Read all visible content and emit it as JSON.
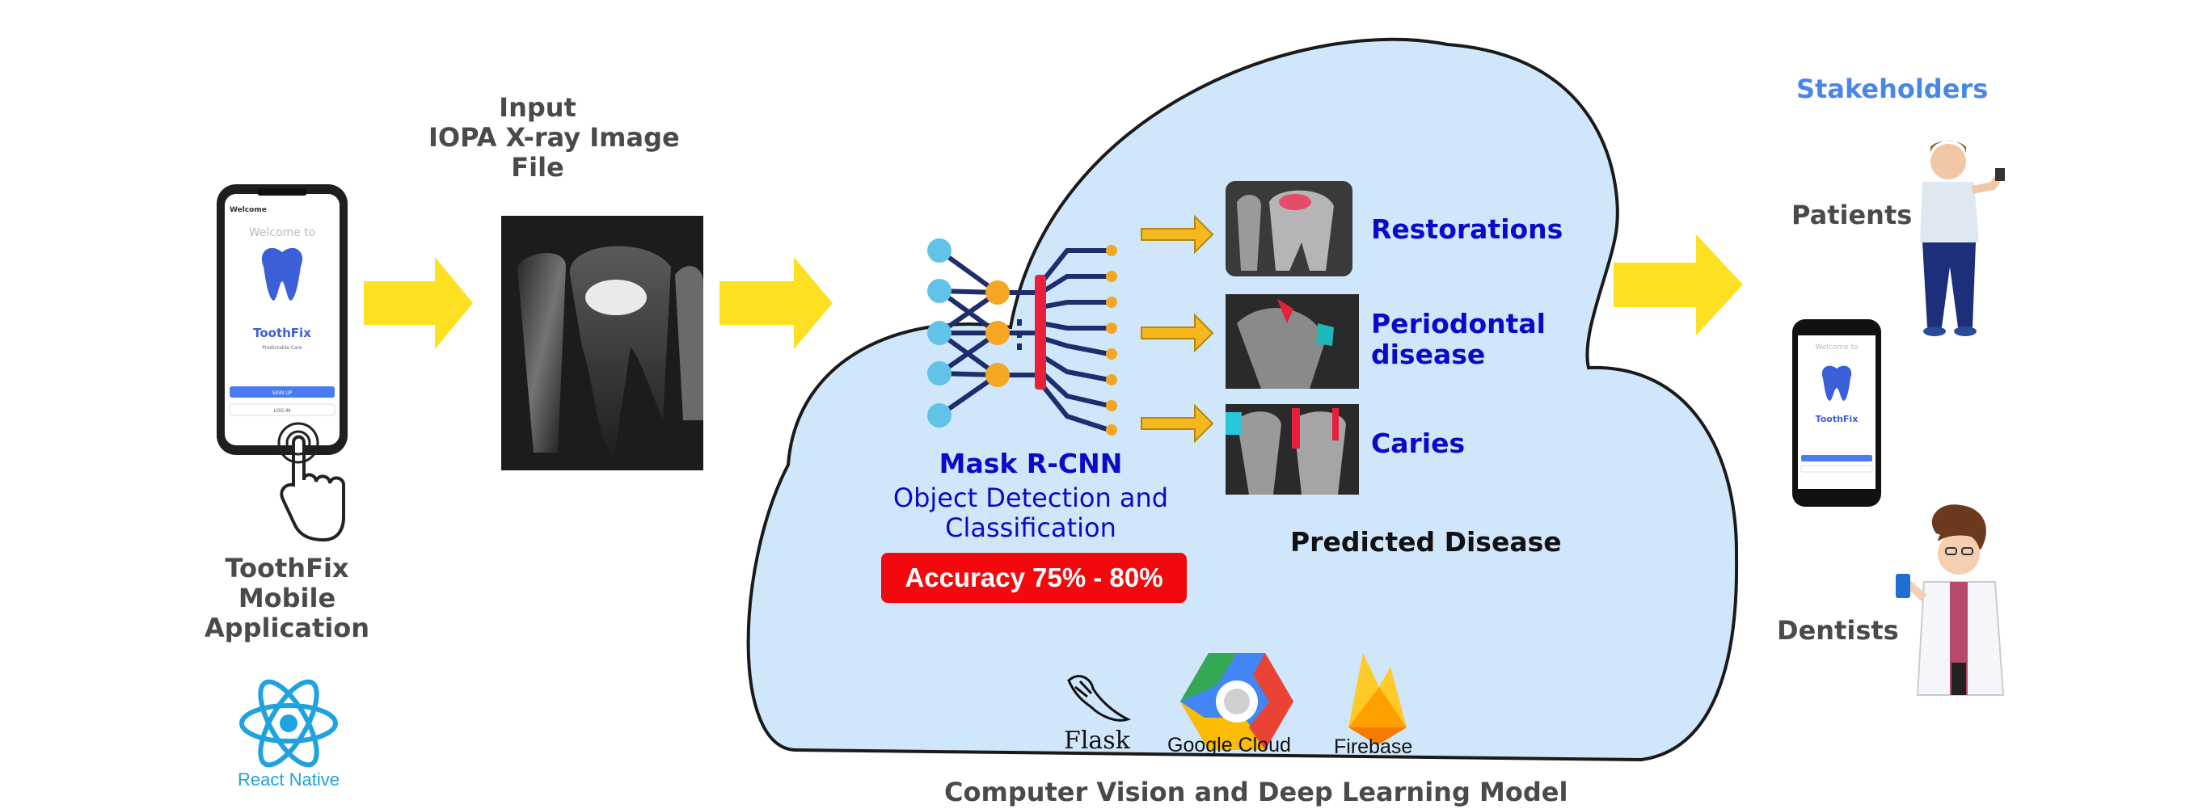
{
  "input_label": [
    "Input",
    "IOPA X-ray Image",
    "File"
  ],
  "app_label": [
    "ToothFix",
    "Mobile",
    "Application"
  ],
  "react_label": "React Native",
  "phone_screen": {
    "header": "Welcome",
    "welcome": "Welcome to",
    "logo": "ToothFix",
    "tagline": "Predictable Care",
    "signup": "SIGN UP",
    "login": "LOG IN"
  },
  "model": {
    "name": "Mask R-CNN",
    "task": [
      "Object Detection and",
      "Classification"
    ],
    "accuracy": "Accuracy 75% - 80%"
  },
  "diseases": [
    "Restorations",
    "Periodontal disease",
    "Caries"
  ],
  "predicted_label": "Predicted Disease",
  "tech": {
    "flask": "Flask",
    "gcloud": "Google Cloud",
    "firebase": "Firebase"
  },
  "cloud_label": "Computer Vision and Deep Learning Model",
  "stakeholders": {
    "title": "Stakeholders",
    "patients": "Patients",
    "dentists": "Dentists"
  },
  "colors": {
    "cloud_fill": "#cfe6fb",
    "arrow": "#fde022",
    "accuracy_bg": "#f2080d",
    "disease_text": "#0a0ac8",
    "stakeholder_title": "#4a86e8",
    "node_blue": "#62c3e8",
    "node_orange": "#f5a623",
    "line_navy": "#1e2d6e"
  }
}
